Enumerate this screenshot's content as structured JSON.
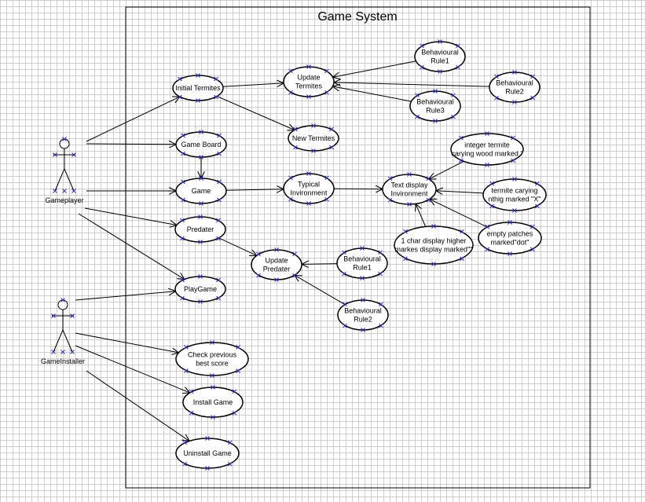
{
  "system": {
    "title": "Game System"
  },
  "actors": [
    {
      "id": "gameplayer",
      "label": "Gameplayer"
    },
    {
      "id": "gameinstaller",
      "label": "GameInstaller"
    }
  ],
  "use_cases": [
    {
      "id": "initial_termites",
      "lines": [
        "Initial Termites"
      ]
    },
    {
      "id": "update_termites",
      "lines": [
        "Update",
        "Termites"
      ]
    },
    {
      "id": "behav_rule1_top",
      "lines": [
        "Behavioural",
        "Rule1"
      ]
    },
    {
      "id": "behav_rule2_top",
      "lines": [
        "Behavioural",
        "Rule2"
      ]
    },
    {
      "id": "behav_rule3_top",
      "lines": [
        "Behavioural",
        "Rule3"
      ]
    },
    {
      "id": "new_termites",
      "lines": [
        "New Termites"
      ]
    },
    {
      "id": "game_board",
      "lines": [
        "Game Board"
      ]
    },
    {
      "id": "game",
      "lines": [
        "Game"
      ]
    },
    {
      "id": "typical_environment",
      "lines": [
        "Typical",
        "Invironment"
      ]
    },
    {
      "id": "text_display",
      "lines": [
        "Text display",
        "Invironment"
      ]
    },
    {
      "id": "integer_termite",
      "lines": [
        "integer termite",
        "carying wood marked \""
      ]
    },
    {
      "id": "termite_carying",
      "lines": [
        "termite carying",
        "nthig marked \"X\""
      ]
    },
    {
      "id": "empty_patches",
      "lines": [
        "empty patches",
        "marked\"dot\""
      ]
    },
    {
      "id": "one_char_display",
      "lines": [
        "1 char display higher",
        "markes display marked\"\""
      ]
    },
    {
      "id": "predater",
      "lines": [
        "Predater"
      ]
    },
    {
      "id": "update_predater",
      "lines": [
        "Update",
        "Predater"
      ]
    },
    {
      "id": "behav_rule1_bottom",
      "lines": [
        "Behavioural",
        "Rule1"
      ]
    },
    {
      "id": "behav_rule2_bottom",
      "lines": [
        "Behavioural",
        "Rule2"
      ]
    },
    {
      "id": "play_game",
      "lines": [
        "PlayGame"
      ]
    },
    {
      "id": "check_previous",
      "lines": [
        "Check previous",
        "best score"
      ]
    },
    {
      "id": "install_game",
      "lines": [
        "Install Game"
      ]
    },
    {
      "id": "uninstall_game",
      "lines": [
        "Uninstall Game"
      ]
    }
  ],
  "connections": [
    {
      "from": "gameplayer",
      "to": "initial_termites",
      "arrow": true
    },
    {
      "from": "gameplayer",
      "to": "game_board",
      "arrow": true
    },
    {
      "from": "gameplayer",
      "to": "game",
      "arrow": true
    },
    {
      "from": "gameplayer",
      "to": "predater",
      "arrow": true
    },
    {
      "from": "gameplayer",
      "to": "play_game",
      "arrow": true
    },
    {
      "from": "gameinstaller",
      "to": "play_game",
      "arrow": true
    },
    {
      "from": "gameinstaller",
      "to": "check_previous",
      "arrow": true
    },
    {
      "from": "gameinstaller",
      "to": "install_game",
      "arrow": true
    },
    {
      "from": "gameinstaller",
      "to": "uninstall_game",
      "arrow": true
    },
    {
      "from": "initial_termites",
      "to": "update_termites",
      "arrow": true
    },
    {
      "from": "initial_termites",
      "to": "new_termites",
      "arrow": true
    },
    {
      "from": "behav_rule1_top",
      "to": "update_termites",
      "arrow": true
    },
    {
      "from": "behav_rule2_top",
      "to": "update_termites",
      "arrow": true
    },
    {
      "from": "behav_rule3_top",
      "to": "update_termites",
      "arrow": true
    },
    {
      "from": "game_board",
      "to": "game",
      "arrow": true
    },
    {
      "from": "game",
      "to": "typical_environment",
      "arrow": true
    },
    {
      "from": "typical_environment",
      "to": "text_display",
      "arrow": true
    },
    {
      "from": "integer_termite",
      "to": "text_display",
      "arrow": true
    },
    {
      "from": "termite_carying",
      "to": "text_display",
      "arrow": true
    },
    {
      "from": "empty_patches",
      "to": "text_display",
      "arrow": true
    },
    {
      "from": "one_char_display",
      "to": "text_display",
      "arrow": true
    },
    {
      "from": "predater",
      "to": "update_predater",
      "arrow": true
    },
    {
      "from": "behav_rule1_bottom",
      "to": "update_predater",
      "arrow": true
    },
    {
      "from": "behav_rule2_bottom",
      "to": "update_predater",
      "arrow": true
    }
  ],
  "colors": {
    "line": "#000000",
    "handle": "#2b2bd6",
    "grid": "#a5a5a5"
  }
}
